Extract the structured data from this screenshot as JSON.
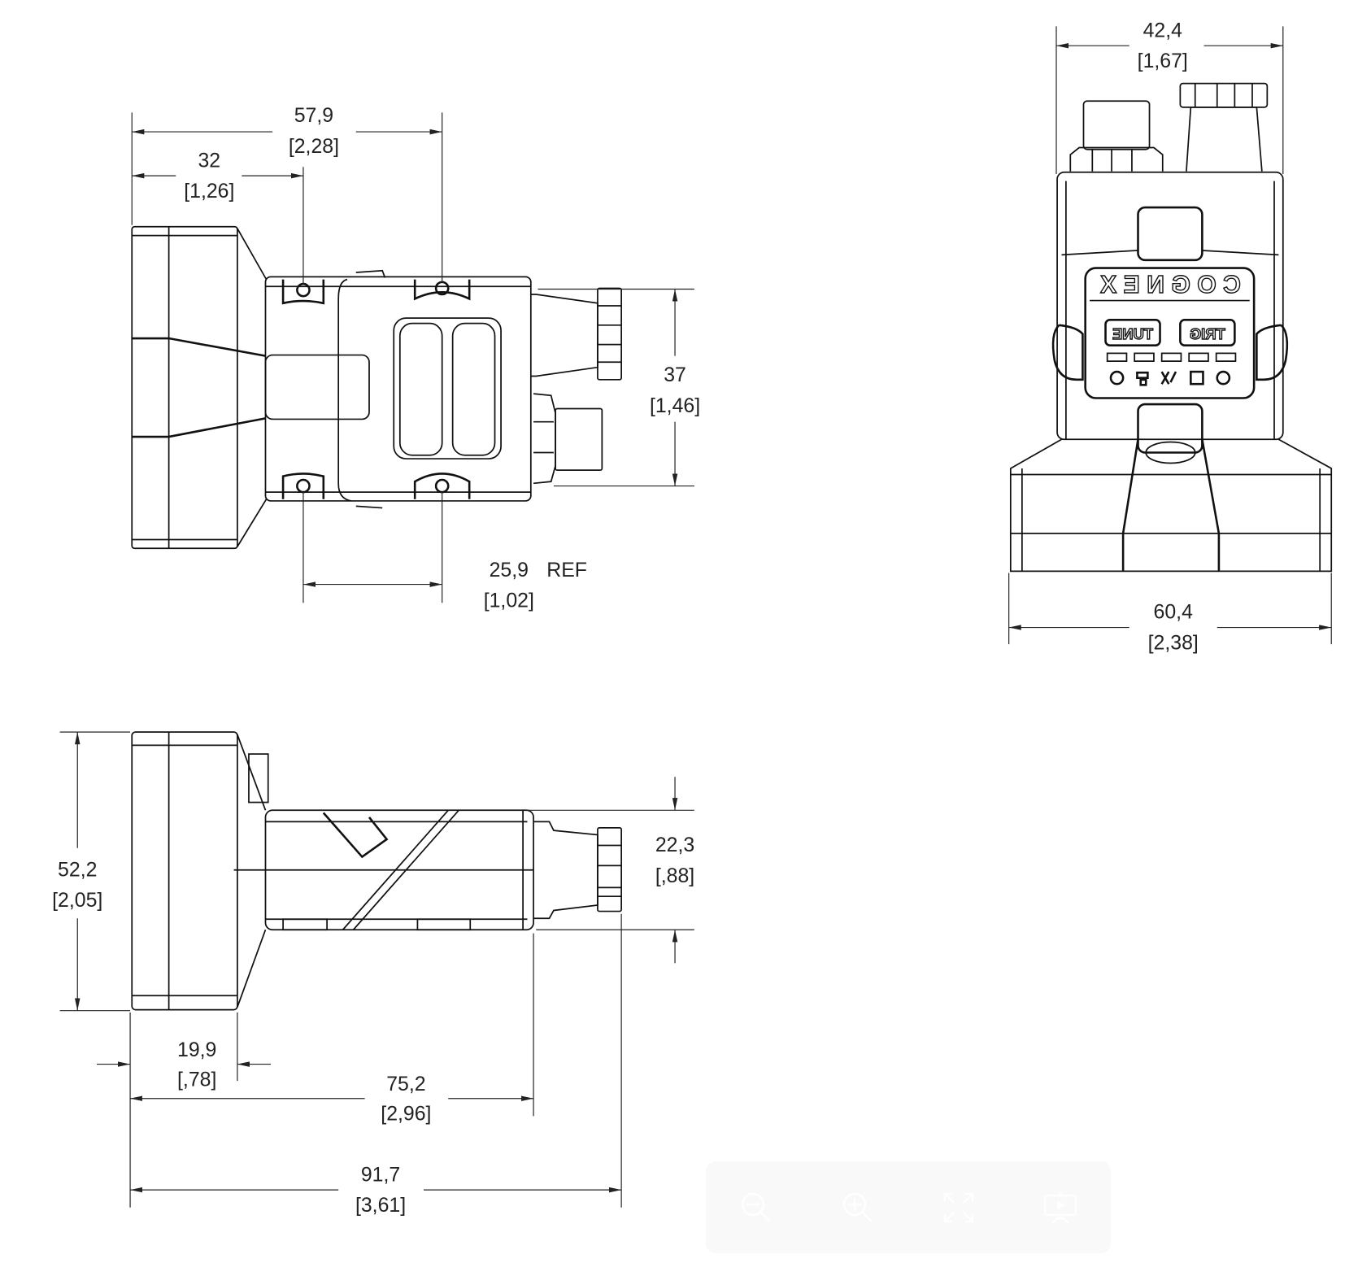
{
  "dimensions": {
    "width_front": {
      "mm": "42,4",
      "in": "[1,67]"
    },
    "overall_top": {
      "mm": "57,9",
      "in": "[2,28]"
    },
    "hole_offset": {
      "mm": "32",
      "in": "[1,26]"
    },
    "hole_spacing_vertical": {
      "mm": "37",
      "in": "[1,46]"
    },
    "hole_spacing_ref": {
      "mm": "25,9",
      "ref": "REF",
      "in": "[1,02]"
    },
    "base_width": {
      "mm": "60,4",
      "in": "[2,38]"
    },
    "lens_height": {
      "mm": "52,2",
      "in": "[2,05]"
    },
    "body_height": {
      "mm": "22,3",
      "in": "[,88]"
    },
    "lens_depth": {
      "mm": "19,9",
      "in": "[,78]"
    },
    "body_length": {
      "mm": "75,2",
      "in": "[2,96]"
    },
    "overall_length": {
      "mm": "91,7",
      "in": "[3,61]"
    }
  },
  "device": {
    "brand": "COGNEX",
    "button_tune": "TUNE",
    "button_trig": "TRIG"
  },
  "viewer_toolbar": {
    "icons": [
      "zoom-out-icon",
      "zoom-in-icon",
      "fullscreen-icon",
      "slideshow-icon"
    ],
    "background": "#f9f9f9"
  }
}
